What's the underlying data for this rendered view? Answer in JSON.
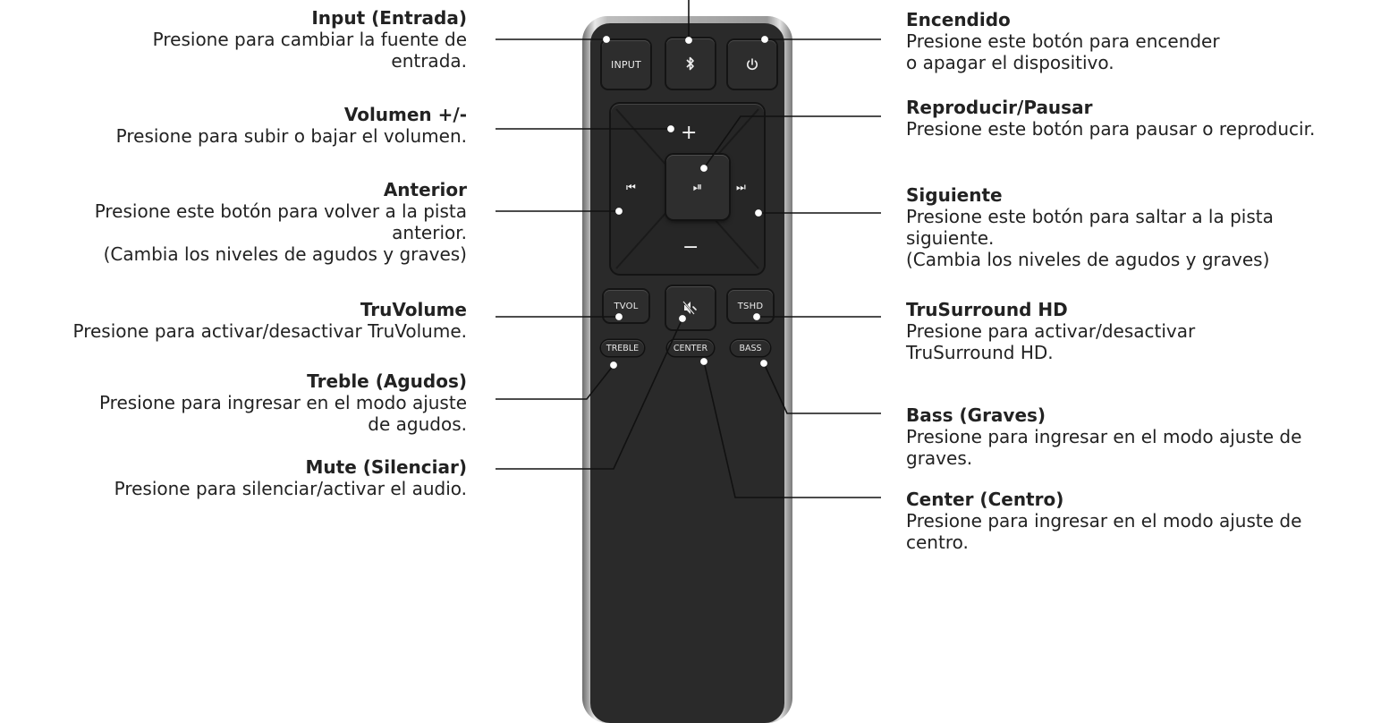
{
  "callouts": {
    "input": {
      "title": "Input (Entrada)",
      "desc": "Presione para cambiar la fuente de entrada."
    },
    "volume": {
      "title": "Volumen +/-",
      "desc": "Presione para subir o bajar el volumen."
    },
    "previous": {
      "title": "Anterior",
      "desc1": "Presione este botón para volver a la pista anterior.",
      "desc2": "(Cambia los niveles de agudos y graves)"
    },
    "truvolume": {
      "title": "TruVolume",
      "desc": "Presione para activar/desactivar TruVolume."
    },
    "treble": {
      "title": "Treble (Agudos)",
      "desc": "Presione para ingresar en el modo ajuste de agudos."
    },
    "mute": {
      "title": "Mute (Silenciar)",
      "desc": "Presione para silenciar/activar el audio."
    },
    "power": {
      "title": "Encendido",
      "desc1": "Presione este botón para encender",
      "desc2": "o apagar el dispositivo."
    },
    "playpause": {
      "title": "Reproducir/Pausar",
      "desc": "Presione este botón para pausar o reproducir."
    },
    "next": {
      "title": "Siguiente",
      "desc1": "Presione este botón para saltar a la pista siguiente.",
      "desc2": "(Cambia los niveles de agudos y graves)"
    },
    "trusurround": {
      "title": "TruSurround HD",
      "desc": "Presione para activar/desactivar TruSurround HD."
    },
    "bass": {
      "title": "Bass (Graves)",
      "desc": "Presione para ingresar en el modo ajuste de graves."
    },
    "center": {
      "title": "Center (Centro)",
      "desc": "Presione para ingresar en el modo ajuste de centro."
    }
  },
  "remote": {
    "input_label": "INPUT",
    "tvol_label": "TVOL",
    "tshd_label": "TSHD",
    "treble_label": "TREBLE",
    "center_label": "CENTER",
    "bass_label": "BASS",
    "plus_glyph": "+",
    "minus_glyph": "−",
    "prev_glyph": "⏮",
    "next_glyph": "⏭",
    "playpause_glyph": "⏯",
    "icons": [
      "bluetooth-icon",
      "power-icon",
      "mute-icon"
    ]
  }
}
